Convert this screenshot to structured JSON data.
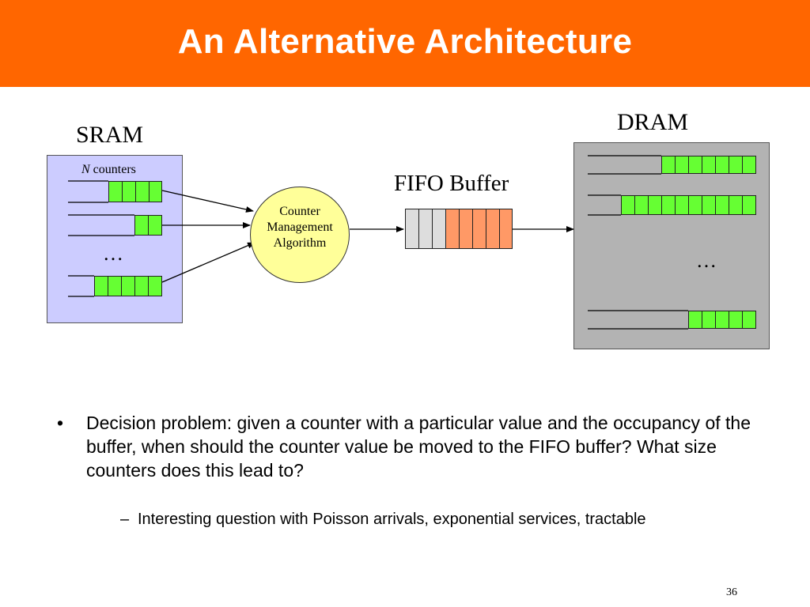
{
  "slide": {
    "title": "An Alternative Architecture",
    "page_number": "36"
  },
  "diagram": {
    "sram_label": "SRAM",
    "n_counters_var": "N",
    "n_counters_text": " counters",
    "sram_ellipsis": "…",
    "algorithm_lines": [
      "Counter",
      "Management",
      "Algorithm"
    ],
    "fifo_label": "FIFO Buffer",
    "dram_label": "DRAM",
    "dram_ellipsis": "…",
    "colors": {
      "title_bar": "#ff6600",
      "sram_box": "#ccccff",
      "dram_box": "#b3b3b3",
      "counter_cell": "#66ff33",
      "fifo_empty": "#dddddd",
      "fifo_filled": "#ff9966",
      "algorithm": "#ffff99"
    }
  },
  "bullets": {
    "main_marker": "•",
    "main": "Decision problem: given a counter with a particular value and the occupancy of the buffer, when should the counter value be moved to the FIFO buffer?  What size counters does this lead to?",
    "sub_marker": "–",
    "sub": "Interesting question with Poisson arrivals, exponential services, tractable"
  }
}
